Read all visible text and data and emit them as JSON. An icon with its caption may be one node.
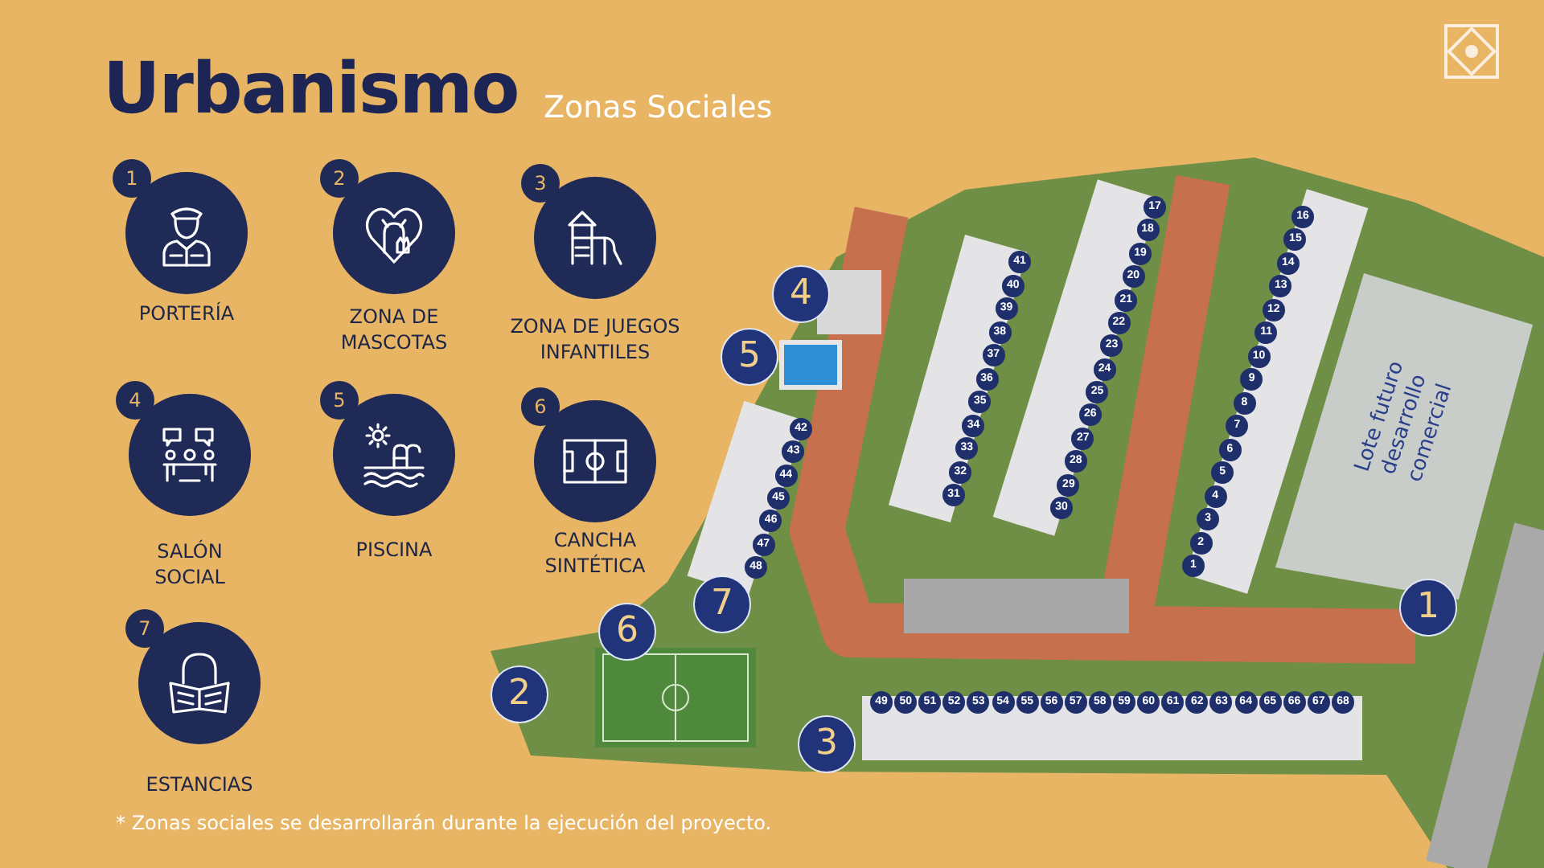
{
  "diagram": {
    "title": "Urbanismo",
    "caption": "* Zonas sociales se desarrollarán durante la ejecución del proyecto.",
    "nodes": [
      {
        "text": [
          "1",
          "PORTERÍA"
        ]
      },
      {
        "text": [
          "2",
          "ZONA DE MASCOTAS"
        ]
      },
      {
        "text": [
          "3",
          "ZONA DE JUEGOS INFANTILES"
        ]
      },
      {
        "text": [
          "4",
          "SALÓN SOCIAL"
        ]
      },
      {
        "text": [
          "5",
          "PISCINA"
        ]
      },
      {
        "text": [
          "6",
          "CANCHA SINTÉTICA"
        ]
      },
      {
        "text": [
          "7",
          "ESTANCIAS"
        ]
      },
      {
        "text": [
          "4"
        ]
      },
      {
        "text": [
          "5"
        ]
      },
      {
        "text": [
          "Lote futuro desarrollo comercial"
        ]
      },
      {
        "text": [
          "7"
        ]
      },
      {
        "text": [
          "6"
        ]
      },
      {
        "text": [
          "1"
        ]
      },
      {
        "text": [
          "2"
        ]
      },
      {
        "text": [
          "3"
        ]
      }
    ],
    "labels": [
      "Zonas Sociales",
      "1",
      "2",
      "3",
      "4",
      "5",
      "6",
      "7",
      "8",
      "9",
      "10",
      "11",
      "12",
      "13",
      "14",
      "15",
      "16",
      "17",
      "18",
      "19",
      "20",
      "21",
      "22",
      "23",
      "24",
      "25",
      "26",
      "27",
      "28",
      "29",
      "30",
      "31",
      "32",
      "33",
      "34",
      "35",
      "36",
      "37",
      "38",
      "39",
      "40",
      "41",
      "42",
      "43",
      "44",
      "45",
      "46",
      "47",
      "48",
      "49",
      "50",
      "51",
      "52",
      "53",
      "54",
      "55",
      "56",
      "57",
      "58",
      "59",
      "60",
      "61",
      "62",
      "63",
      "64",
      "65",
      "66",
      "67",
      "68"
    ]
  }
}
